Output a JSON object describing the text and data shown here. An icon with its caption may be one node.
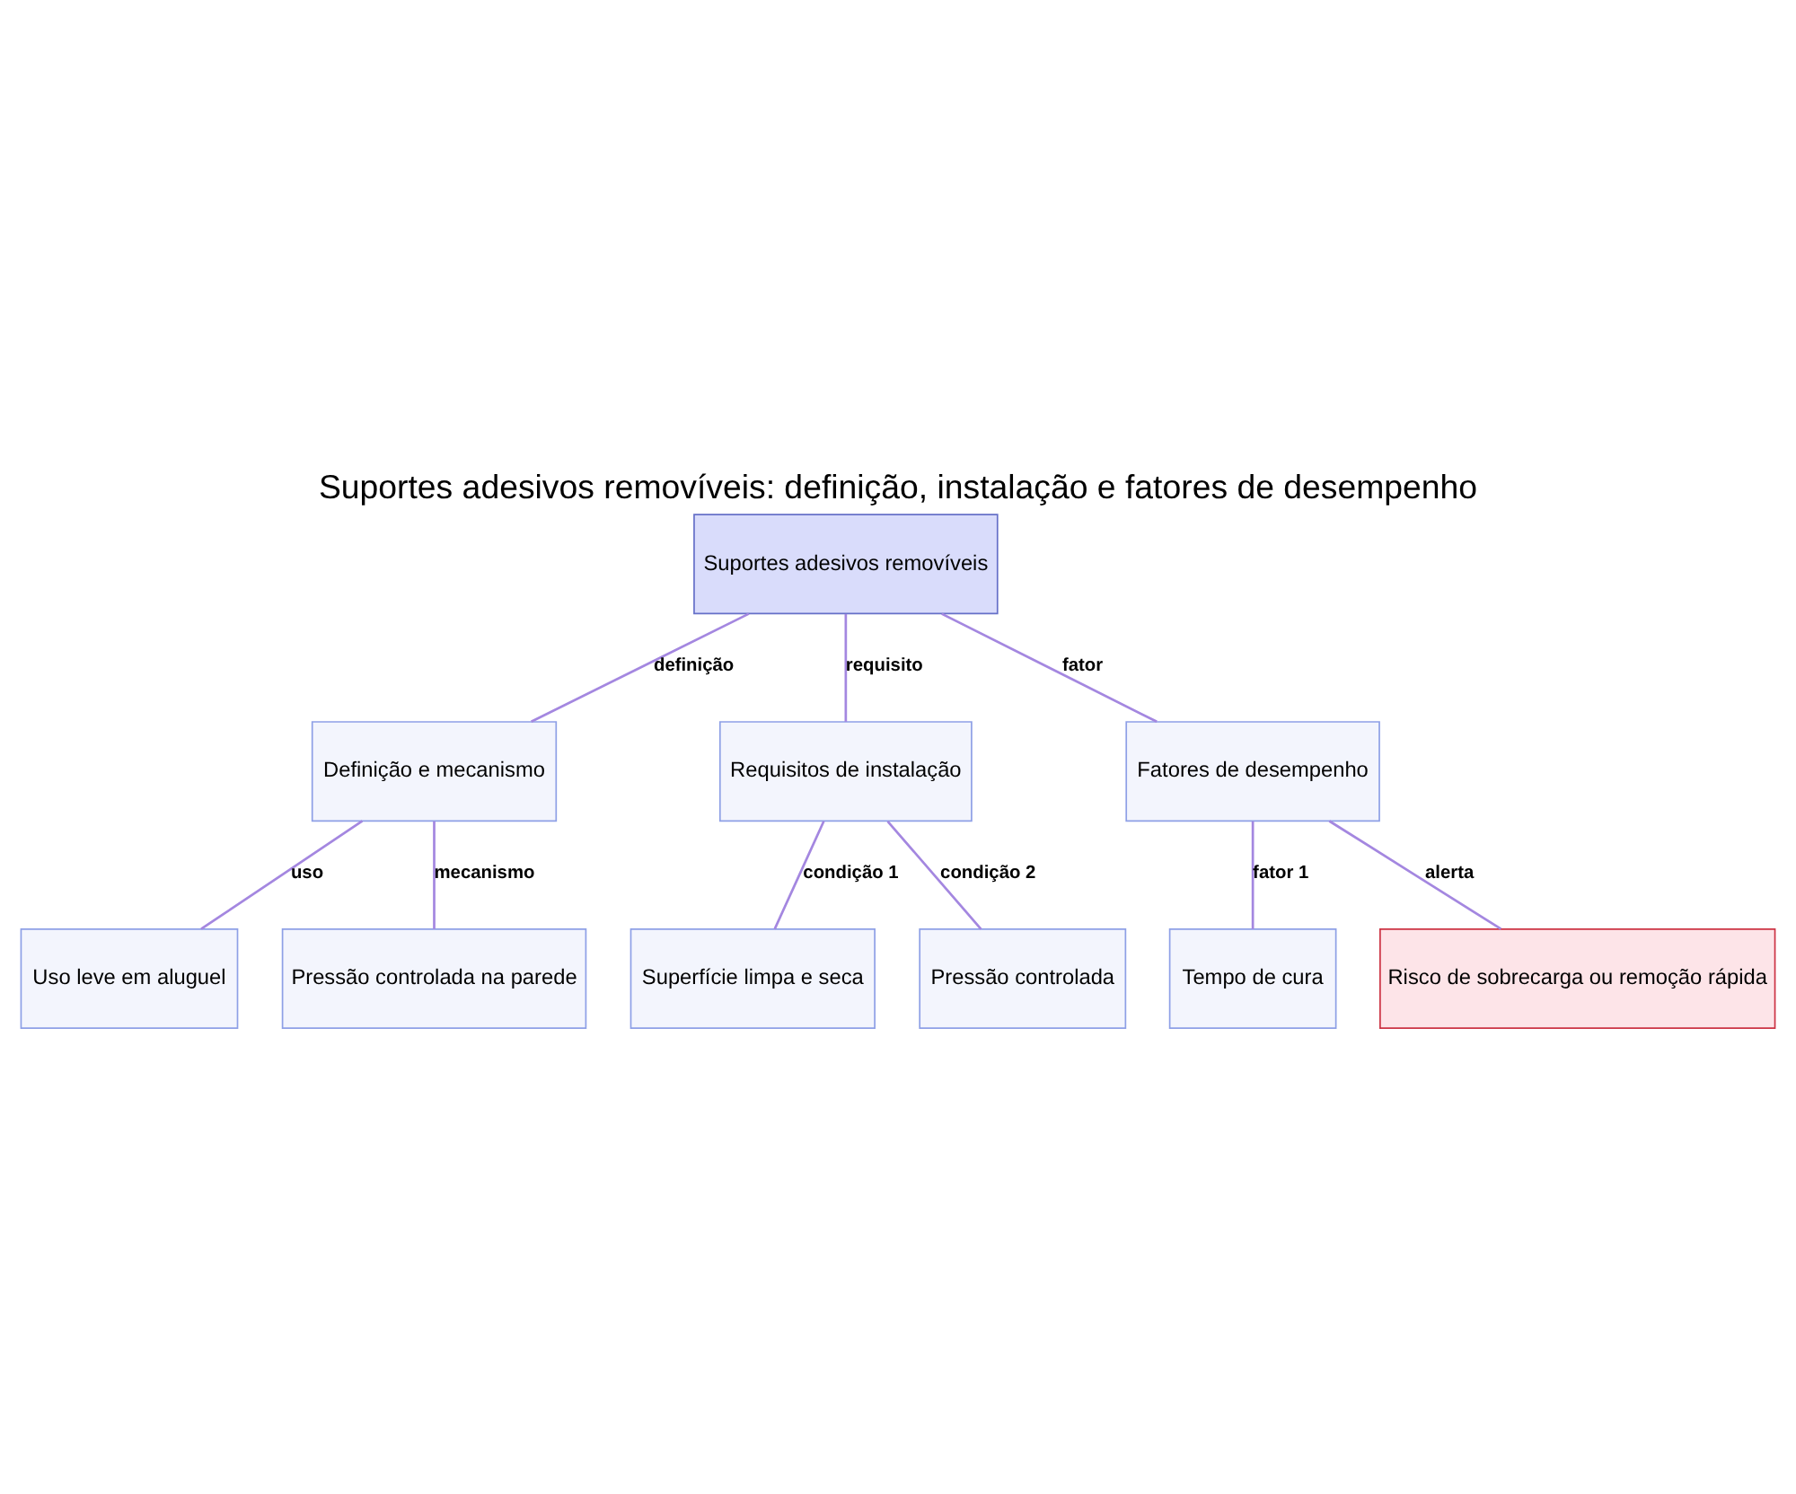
{
  "diagram": {
    "title": "Suportes adesivos removíveis: definição, instalação e fatores de desempenho",
    "nodes": [
      {
        "text": [
          "Suportes adesivos removíveis"
        ]
      },
      {
        "text": [
          "Definição e mecanismo"
        ]
      },
      {
        "text": [
          "Requisitos de instalação"
        ]
      },
      {
        "text": [
          "Fatores de desempenho"
        ]
      },
      {
        "text": [
          "Uso leve em aluguel"
        ]
      },
      {
        "text": [
          "Pressão controlada na parede"
        ]
      },
      {
        "text": [
          "Superfície limpa e seca"
        ]
      },
      {
        "text": [
          "Pressão controlada"
        ]
      },
      {
        "text": [
          "Tempo de cura"
        ]
      },
      {
        "text": [
          "Risco de sobrecarga ou remoção rápida"
        ]
      }
    ],
    "edges": [
      {
        "from": 0,
        "to": 1,
        "arrow": "none",
        "label": "definição"
      },
      {
        "from": 0,
        "to": 2,
        "arrow": "none",
        "label": "requisito"
      },
      {
        "from": 0,
        "to": 3,
        "arrow": "none",
        "label": "fator"
      },
      {
        "from": 1,
        "to": 4,
        "arrow": "none",
        "label": "uso"
      },
      {
        "from": 1,
        "to": 5,
        "arrow": "none",
        "label": "mecanismo"
      },
      {
        "from": 2,
        "to": 6,
        "arrow": "none",
        "label": "condição 1"
      },
      {
        "from": 2,
        "to": 7,
        "arrow": "none",
        "label": "condição 2"
      },
      {
        "from": 3,
        "to": 8,
        "arrow": "none",
        "label": "fator 1"
      },
      {
        "from": 3,
        "to": 9,
        "arrow": "none",
        "label": "alerta"
      }
    ]
  }
}
